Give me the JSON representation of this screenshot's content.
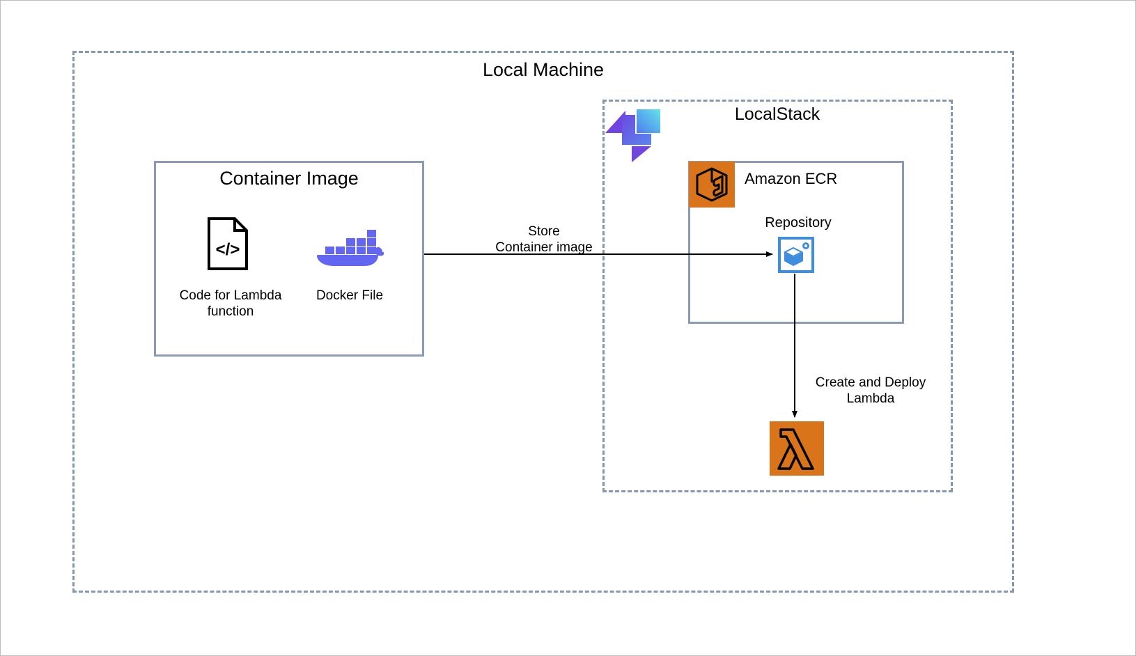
{
  "diagram": {
    "title": "Local Machine",
    "outer_container": {
      "label": "Local Machine",
      "style": "dashed",
      "border_color": "#8596b0"
    },
    "localstack_container": {
      "label": "LocalStack",
      "style": "dashed",
      "border_color": "#8596b0",
      "logo_name": "localstack-logo"
    },
    "container_image": {
      "label": "Container Image",
      "style": "solid",
      "border_color": "#8c9bb5",
      "items": [
        {
          "icon": "code-file-icon",
          "glyph": "</>",
          "caption": "Code for Lambda function"
        },
        {
          "icon": "docker-whale-icon",
          "caption": "Docker File"
        }
      ]
    },
    "ecr": {
      "label": "Amazon ECR",
      "style": "solid",
      "border_color": "#8c9bb5",
      "icon_name": "amazon-ecr-icon",
      "icon_color": "#D9741A",
      "repository": {
        "caption": "Repository",
        "icon_name": "ecr-repository-icon",
        "icon_color": "#3F8DDE"
      }
    },
    "lambda": {
      "icon_name": "aws-lambda-icon",
      "icon_color": "#D9741A",
      "symbol": "lambda"
    },
    "arrows": [
      {
        "name": "store-container-image-arrow",
        "label_line1": "Store",
        "label_line2": "Container image",
        "from": "container-image",
        "to": "ecr-repository",
        "direction": "horizontal"
      },
      {
        "name": "create-deploy-lambda-arrow",
        "label_line1": "Create and Deploy",
        "label_line2": "Lambda",
        "from": "ecr-repository",
        "to": "aws-lambda",
        "direction": "vertical"
      }
    ],
    "colors": {
      "aws_orange": "#D9741A",
      "docker_blue": "#6366f1",
      "repo_blue": "#3F8DDE",
      "border_slate": "#8c9bb5",
      "dash_slate": "#8596b0",
      "localstack_purple": "#6c4ae0",
      "localstack_cyan": "#5fdde5"
    }
  }
}
